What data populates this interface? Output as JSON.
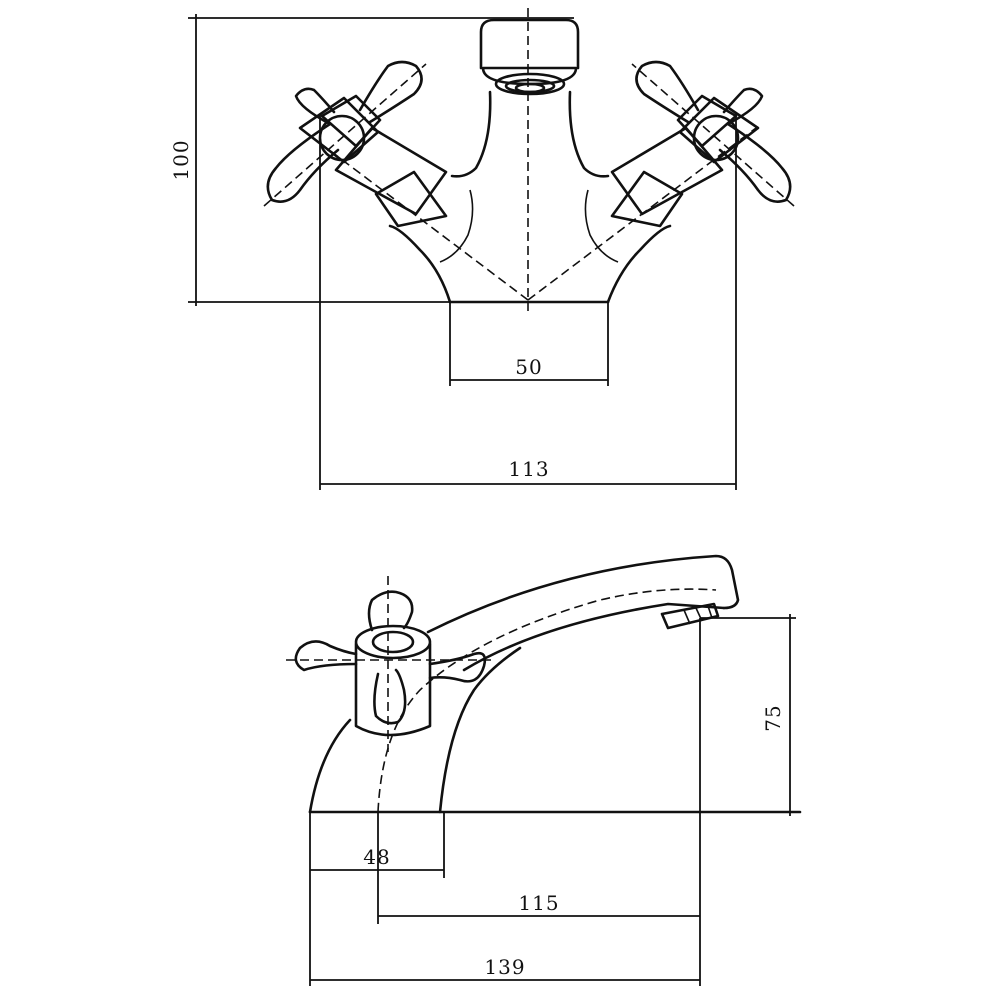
{
  "dimensions": {
    "height_top": "100",
    "base_width": "50",
    "overall_width_top": "113",
    "spout_height": "75",
    "base_depth": "48",
    "reach": "115",
    "overall_length": "139"
  }
}
